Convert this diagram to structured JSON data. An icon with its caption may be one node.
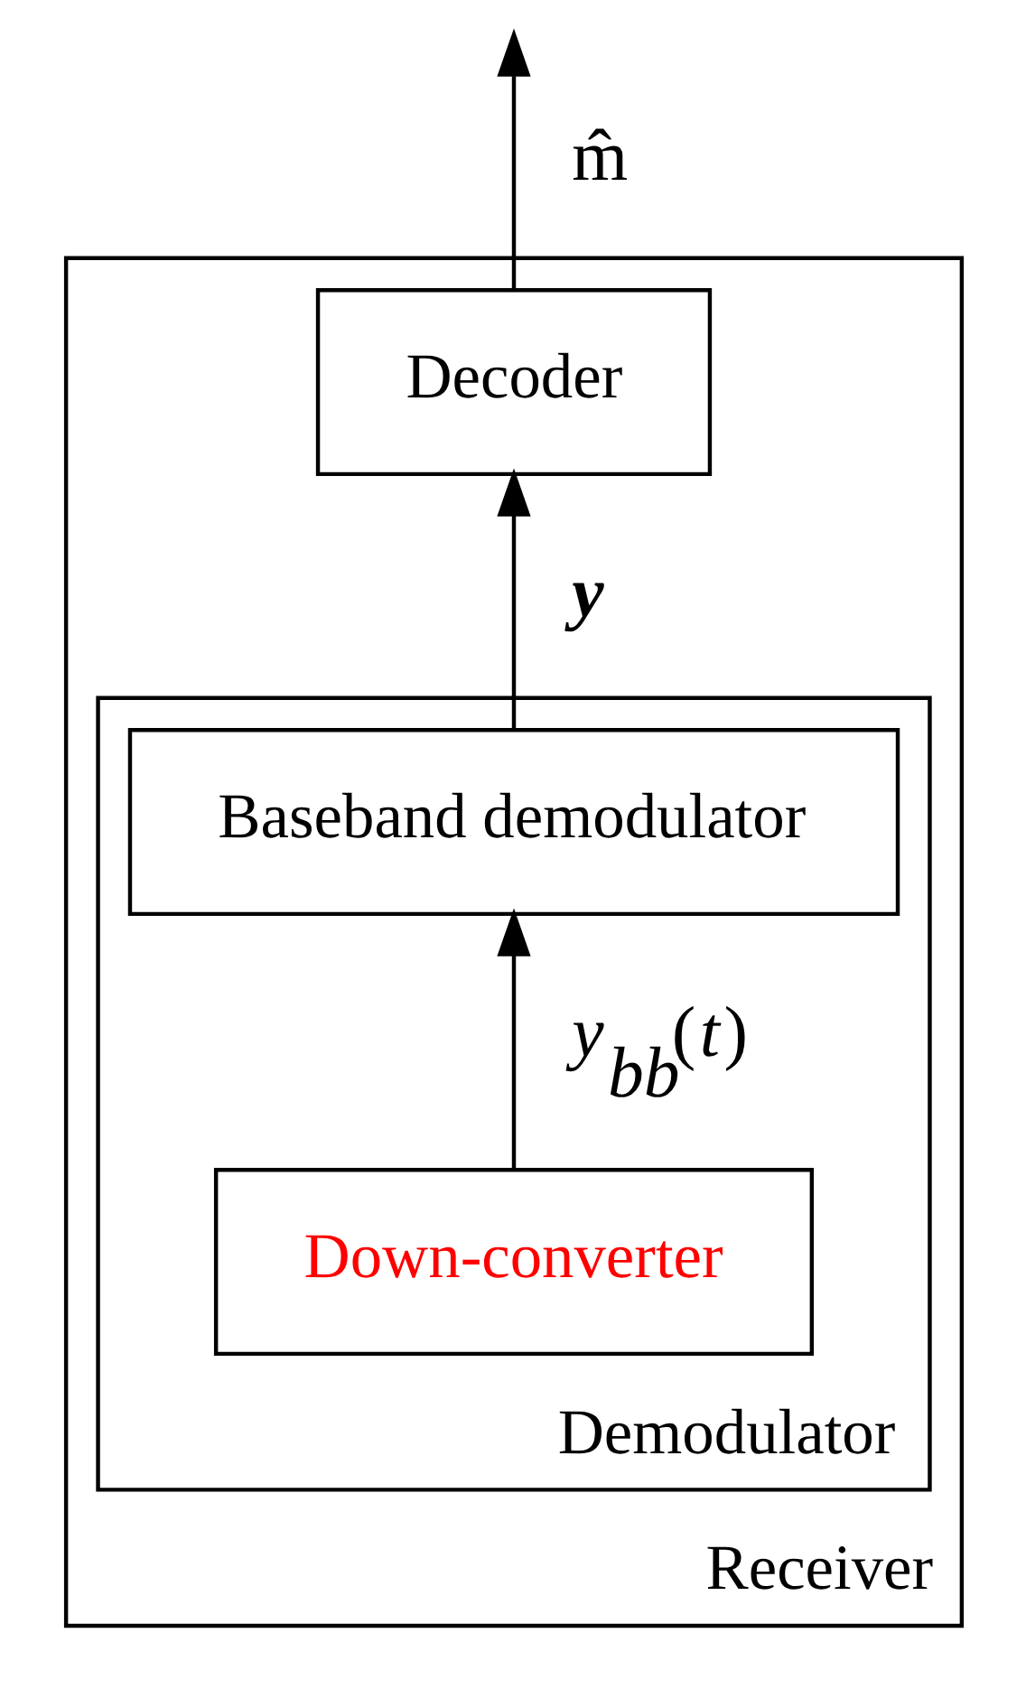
{
  "diagram": {
    "nodes": [
      {
        "text": [
          "Receiver"
        ]
      },
      {
        "text": [
          "Decoder"
        ],
        "in": 0
      },
      {
        "text": [
          "Demodulator"
        ],
        "in": 0
      },
      {
        "text": [
          "Baseband demodulator"
        ],
        "in": 2
      },
      {
        "text": [
          "Down-converter"
        ],
        "in": 2
      }
    ],
    "edges": [
      {
        "from": 4,
        "to": 3,
        "arrow": "to",
        "label": "*y*$_{bb}$(*t*)"
      },
      {
        "from": 3,
        "to": 1,
        "arrow": "to",
        "label": "**y**"
      },
      {
        "from": 1,
        "to": null,
        "arrow": "to",
        "label": "m̂"
      }
    ]
  }
}
